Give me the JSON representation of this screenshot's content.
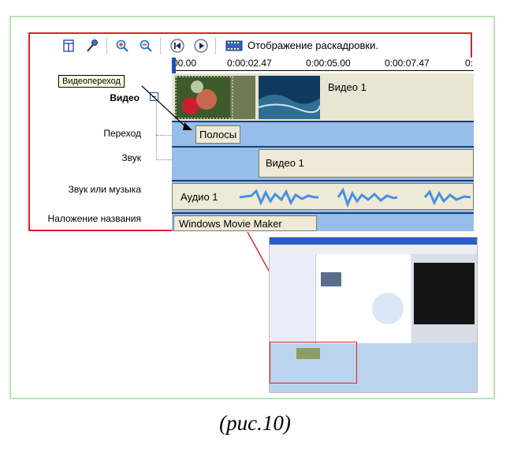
{
  "toolbar": {
    "storyboard_label": "Отображение раскадровки."
  },
  "ruler": {
    "ticks": [
      "00.00",
      "0:00:02.47",
      "0:00:05.00",
      "0:00:07.47",
      "0:"
    ]
  },
  "tooltip": {
    "text": "Видеопереход"
  },
  "labels": {
    "video": "Видео",
    "transition": "Переход",
    "sound": "Звук",
    "audio_music": "Звук или музыка",
    "title_overlay": "Наложение названия"
  },
  "clips": {
    "video_1": "Видео 1",
    "transition": "Полосы",
    "sound_1": "Видео 1",
    "audio_1": "Аудио 1",
    "title": "Windows Movie Maker"
  },
  "caption": "(рис.10)",
  "colors": {
    "highlight_border": "#e0202a",
    "frame_border": "#b7e6b4",
    "track_blue": "#97bde8",
    "clip_fill": "#efead7",
    "audio_wave": "#4a90e2"
  }
}
